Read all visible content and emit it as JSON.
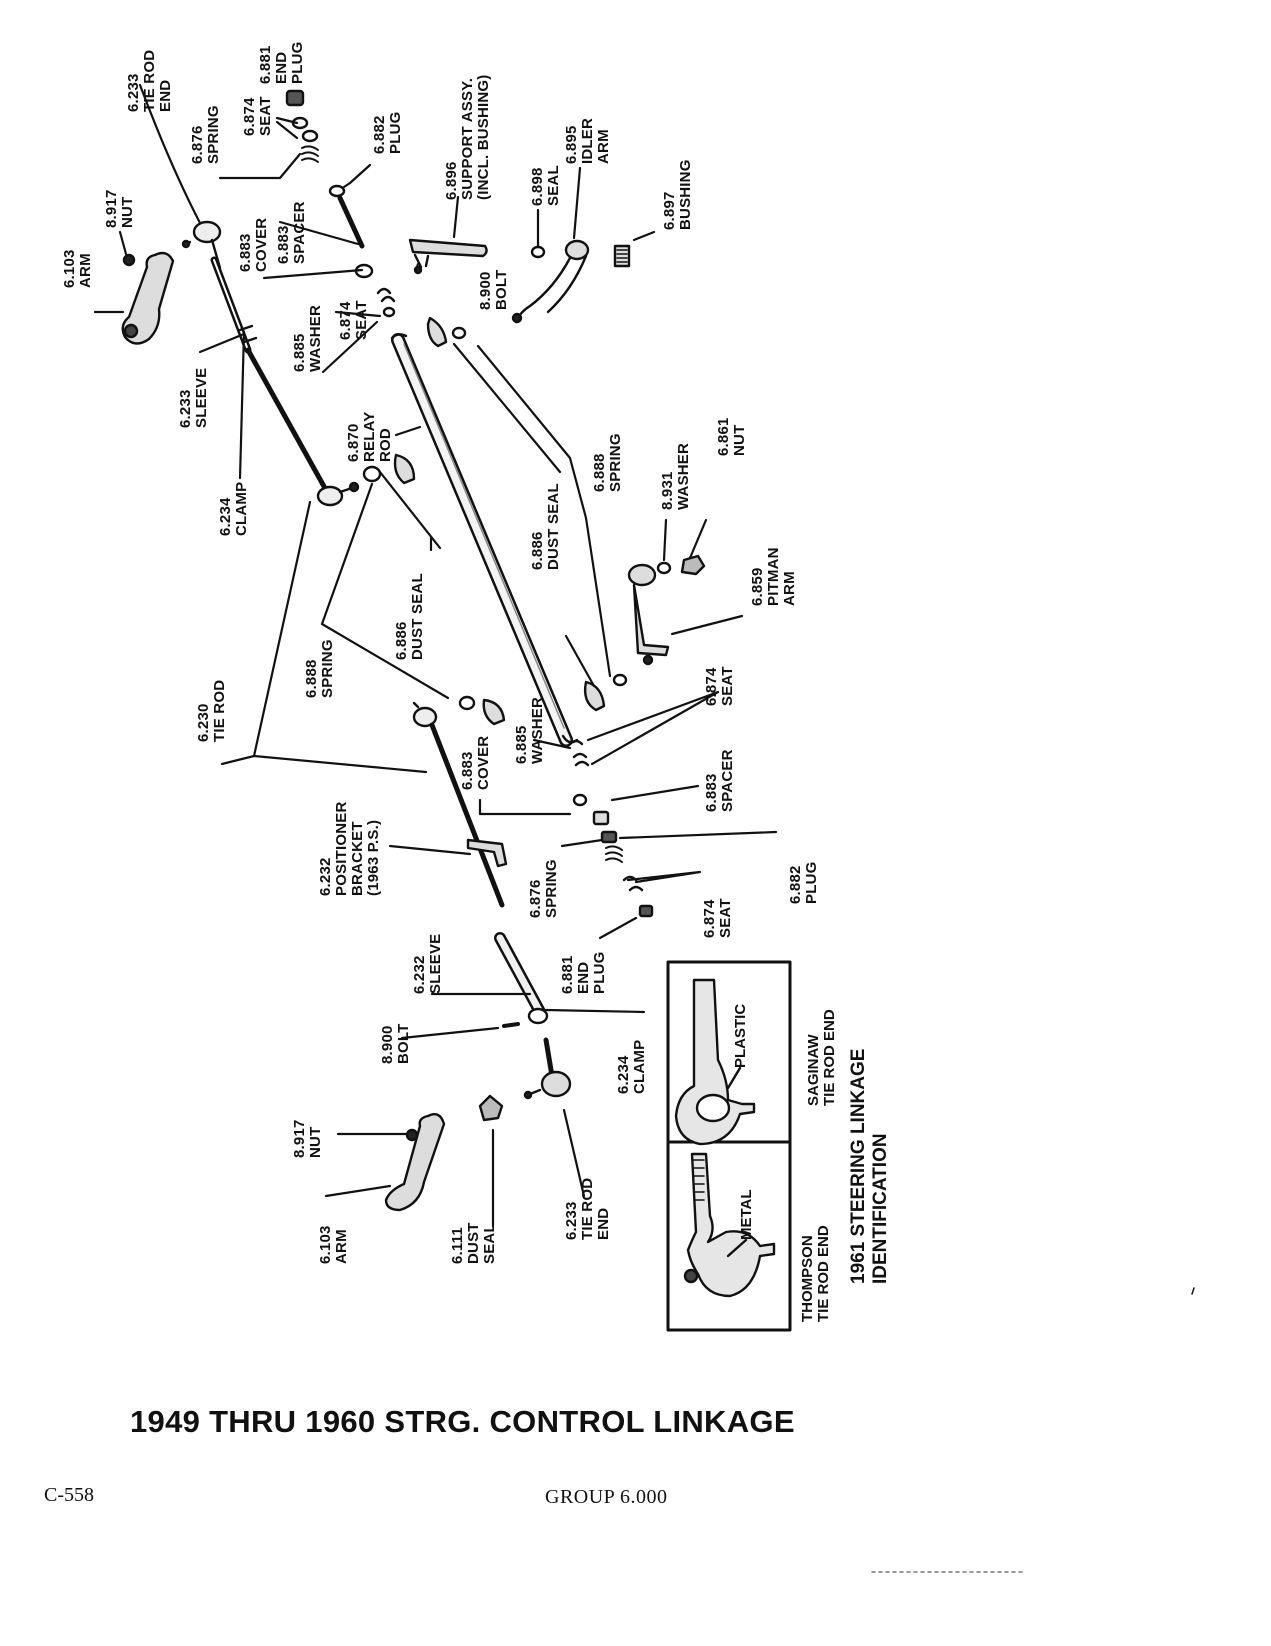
{
  "title": "1949 THRU 1960 STRG. CONTROL LINKAGE",
  "page_number": "C-558",
  "group": "GROUP 6.000",
  "callouts": [
    {
      "id": "c01",
      "lines": [
        "6.881",
        "END",
        "PLUG"
      ]
    },
    {
      "id": "c02",
      "lines": [
        "6.233",
        "TIE ROD",
        "END"
      ]
    },
    {
      "id": "c03",
      "lines": [
        "6.874",
        "SEAT"
      ]
    },
    {
      "id": "c04",
      "lines": [
        "6.876",
        "SPRING"
      ]
    },
    {
      "id": "c05",
      "lines": [
        "6.882",
        "PLUG"
      ]
    },
    {
      "id": "c06",
      "lines": [
        "6.896",
        "SUPPORT ASSY.",
        "(INCL. BUSHING)"
      ]
    },
    {
      "id": "c07",
      "lines": [
        "6.895",
        "IDLER",
        "ARM"
      ]
    },
    {
      "id": "c08",
      "lines": [
        "6.898",
        "SEAL"
      ]
    },
    {
      "id": "c09",
      "lines": [
        "6.897",
        "BUSHING"
      ]
    },
    {
      "id": "c10",
      "lines": [
        "8.917",
        "NUT"
      ]
    },
    {
      "id": "c11",
      "lines": [
        "6.103",
        "ARM"
      ]
    },
    {
      "id": "c12",
      "lines": [
        "6.883",
        "COVER"
      ]
    },
    {
      "id": "c13",
      "lines": [
        "6.883",
        "SPACER"
      ]
    },
    {
      "id": "c14",
      "lines": [
        "8.900",
        "BOLT"
      ]
    },
    {
      "id": "c15",
      "lines": [
        "6.885",
        "WASHER"
      ]
    },
    {
      "id": "c16",
      "lines": [
        "6.874",
        "SEAT"
      ]
    },
    {
      "id": "c17",
      "lines": [
        "6.233",
        "SLEEVE"
      ]
    },
    {
      "id": "c18",
      "lines": [
        "6.870",
        "RELAY",
        "ROD"
      ]
    },
    {
      "id": "c19",
      "lines": [
        "6.234",
        "CLAMP"
      ]
    },
    {
      "id": "c20",
      "lines": [
        "6.886",
        "DUST  SEAL"
      ]
    },
    {
      "id": "c21",
      "lines": [
        "6.888",
        "SPRING"
      ]
    },
    {
      "id": "c22",
      "lines": [
        "8.931",
        "WASHER"
      ]
    },
    {
      "id": "c23",
      "lines": [
        "6.861",
        "NUT"
      ]
    },
    {
      "id": "c24",
      "lines": [
        "6.859",
        "PITMAN",
        "ARM"
      ]
    },
    {
      "id": "c25",
      "lines": [
        "6.886",
        "DUST  SEAL"
      ]
    },
    {
      "id": "c26",
      "lines": [
        "6.888",
        "SPRING"
      ]
    },
    {
      "id": "c27",
      "lines": [
        "6.230",
        "TIE ROD"
      ]
    },
    {
      "id": "c28",
      "lines": [
        "6.874",
        "SEAT"
      ]
    },
    {
      "id": "c29",
      "lines": [
        "6.883",
        "COVER"
      ]
    },
    {
      "id": "c30",
      "lines": [
        "6.885",
        "WASHER"
      ]
    },
    {
      "id": "c31",
      "lines": [
        "6.883",
        "SPACER"
      ]
    },
    {
      "id": "c32",
      "lines": [
        "6.232",
        "POSITIONER",
        "BRACKET",
        "(1963 P.S.)"
      ]
    },
    {
      "id": "c33",
      "lines": [
        "6.882",
        "PLUG"
      ]
    },
    {
      "id": "c34",
      "lines": [
        "6.876",
        "SPRING"
      ]
    },
    {
      "id": "c35",
      "lines": [
        "6.874",
        "SEAT"
      ]
    },
    {
      "id": "c36",
      "lines": [
        "6.232",
        "SLEEVE"
      ]
    },
    {
      "id": "c37",
      "lines": [
        "6.881",
        "END",
        "PLUG"
      ]
    },
    {
      "id": "c38",
      "lines": [
        "8.900",
        "BOLT"
      ]
    },
    {
      "id": "c39",
      "lines": [
        "6.234",
        "CLAMP"
      ]
    },
    {
      "id": "c40",
      "lines": [
        "8.917",
        "NUT"
      ]
    },
    {
      "id": "c41",
      "lines": [
        "6.103",
        "ARM"
      ]
    },
    {
      "id": "c42",
      "lines": [
        "6.111",
        "DUST",
        "SEAL"
      ]
    },
    {
      "id": "c43",
      "lines": [
        "6.233",
        "TIE ROD",
        "END"
      ]
    }
  ],
  "inset": {
    "heading": [
      "1961 STEERING LINKAGE",
      "IDENTIFICATION"
    ],
    "panes": [
      {
        "label": [
          "SAGINAW",
          "TIE ROD END"
        ],
        "material": "PLASTIC"
      },
      {
        "label": [
          "THOMPSON",
          "TIE ROD END"
        ],
        "material": "METAL"
      }
    ]
  }
}
